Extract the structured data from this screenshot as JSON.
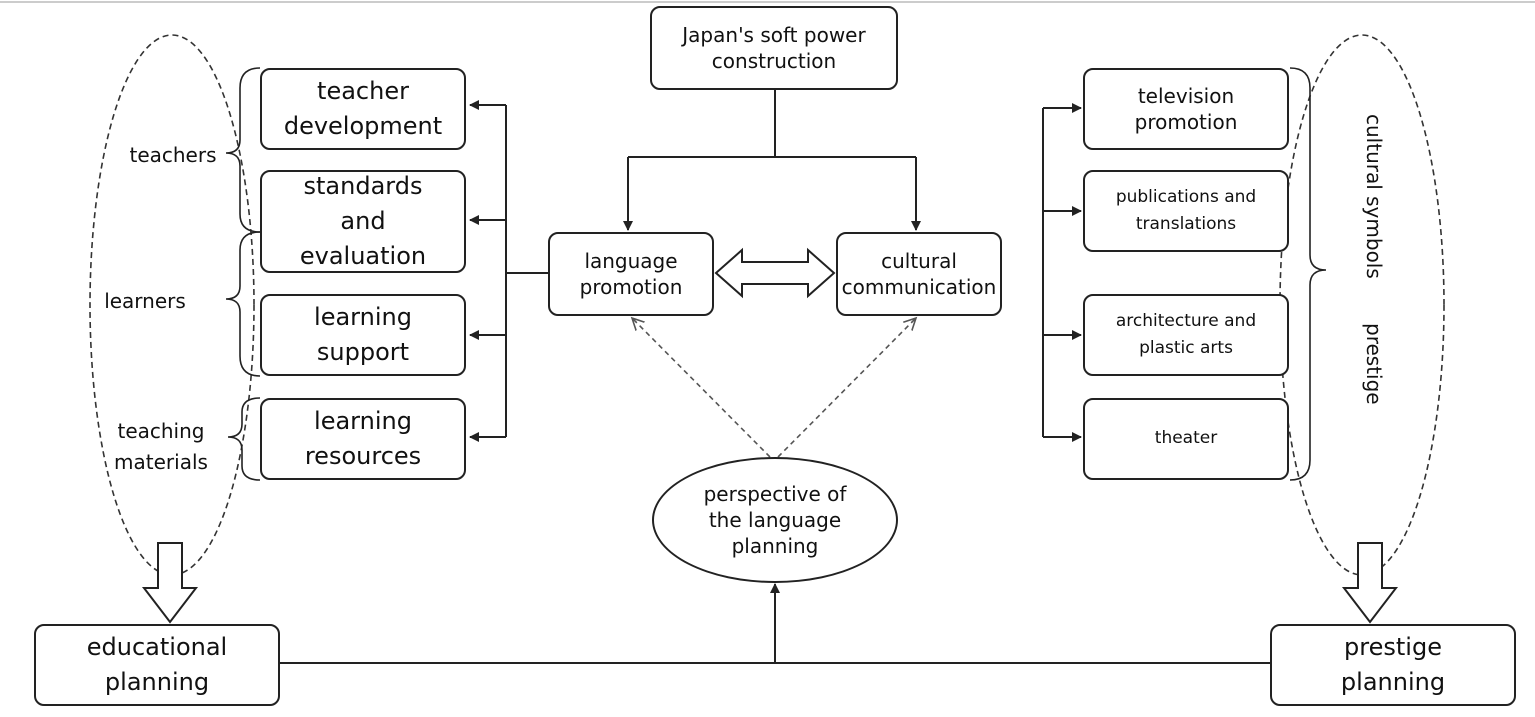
{
  "diagram": {
    "top": {
      "japan_soft_power": "Japan's soft power\nconstruction"
    },
    "center": {
      "language_promotion": "language\npromotion",
      "cultural_communication": "cultural\ncommunication",
      "perspective": "perspective of\nthe language\nplanning"
    },
    "left": {
      "boxes": [
        "teacher\ndevelopment",
        "standards\nand\nevaluation",
        "learning\nsupport",
        "learning\nresources"
      ],
      "groups": [
        "teachers",
        "learners",
        "teaching\nmaterials"
      ]
    },
    "right": {
      "boxes": [
        "television\npromotion",
        "publications and\ntranslations",
        "architecture and\nplastic arts",
        "theater"
      ],
      "vertical_labels": [
        "cultural symbols",
        "prestige"
      ]
    },
    "bottom": {
      "educational_planning": "educational\nplanning",
      "prestige_planning": "prestige\nplanning"
    }
  }
}
